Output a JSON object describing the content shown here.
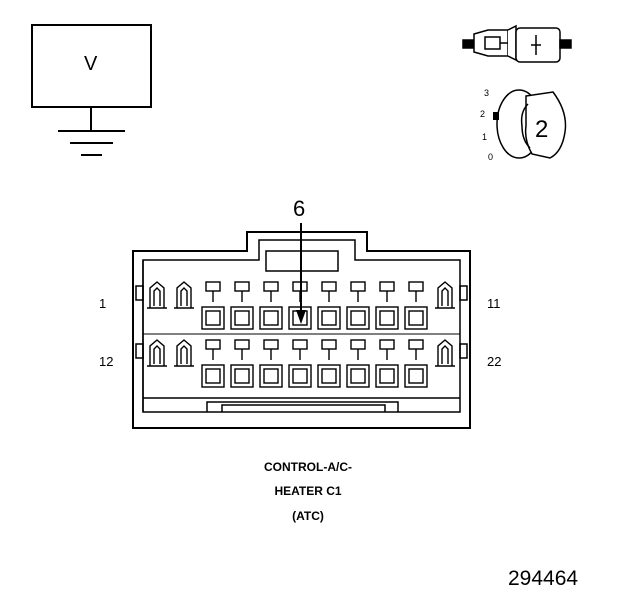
{
  "meter": {
    "symbol": "V",
    "icon": "voltmeter-ground-icon"
  },
  "connector": {
    "pointer_pin": "6",
    "row1_first": "1",
    "row1_last": "11",
    "row2_first": "12",
    "row2_last": "22",
    "caption_line1": "CONTROL-A/C-",
    "caption_line2": "HEATER C1",
    "caption_line3": "(ATC)"
  },
  "selector": {
    "positions": [
      "3",
      "2",
      "1",
      "0"
    ],
    "value": "2",
    "icon": "selector-knob-icon"
  },
  "probe": {
    "icon": "test-probe-icon"
  },
  "figure_id": "294464"
}
